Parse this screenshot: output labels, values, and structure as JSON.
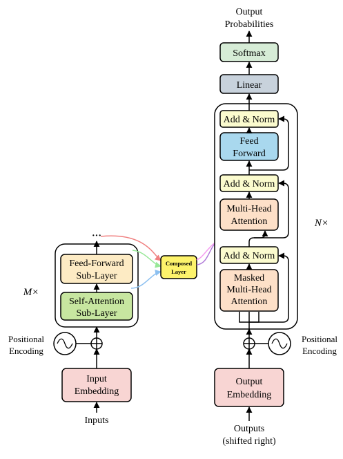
{
  "colors": {
    "embedding": "#f8d5d3",
    "feed_forward_sublayer": "#fdebc4",
    "self_attention_sublayer": "#c7e6a0",
    "composed_layer": "#fdf36b",
    "softmax": "#d6ecd6",
    "linear": "#c8d2dc",
    "add_norm": "#fbfbce",
    "feed_forward": "#a9d8ee",
    "attention": "#fde0c8",
    "arrow_red": "#f08080",
    "arrow_green": "#98e898",
    "arrow_blue": "#8cc0f0",
    "arrow_purple": "#b07ad8",
    "arrow_pink": "#f59bf0"
  },
  "encoder": {
    "inputs_label": "Inputs",
    "input_embedding": [
      "Input",
      "Embedding"
    ],
    "positional_encoding": [
      "Positional",
      "Encoding"
    ],
    "self_attention": [
      "Self-Attention",
      "Sub-Layer"
    ],
    "feed_forward": [
      "Feed-Forward",
      "Sub-Layer"
    ],
    "ellipsis": "···",
    "repeat_label": "M×"
  },
  "composed_layer": [
    "Composed",
    "Layer"
  ],
  "decoder": {
    "outputs_label": [
      "Outputs",
      "(shifted right)"
    ],
    "output_embedding": [
      "Output",
      "Embedding"
    ],
    "positional_encoding": [
      "Positional",
      "Encoding"
    ],
    "masked_attention": [
      "Masked",
      "Multi-Head",
      "Attention"
    ],
    "add_norm": "Add & Norm",
    "multi_head_attention": [
      "Multi-Head",
      "Attention"
    ],
    "feed_forward": [
      "Feed",
      "Forward"
    ],
    "repeat_label": "N×",
    "linear": "Linear",
    "softmax": "Softmax",
    "output_probabilities": [
      "Output",
      "Probabilities"
    ]
  }
}
